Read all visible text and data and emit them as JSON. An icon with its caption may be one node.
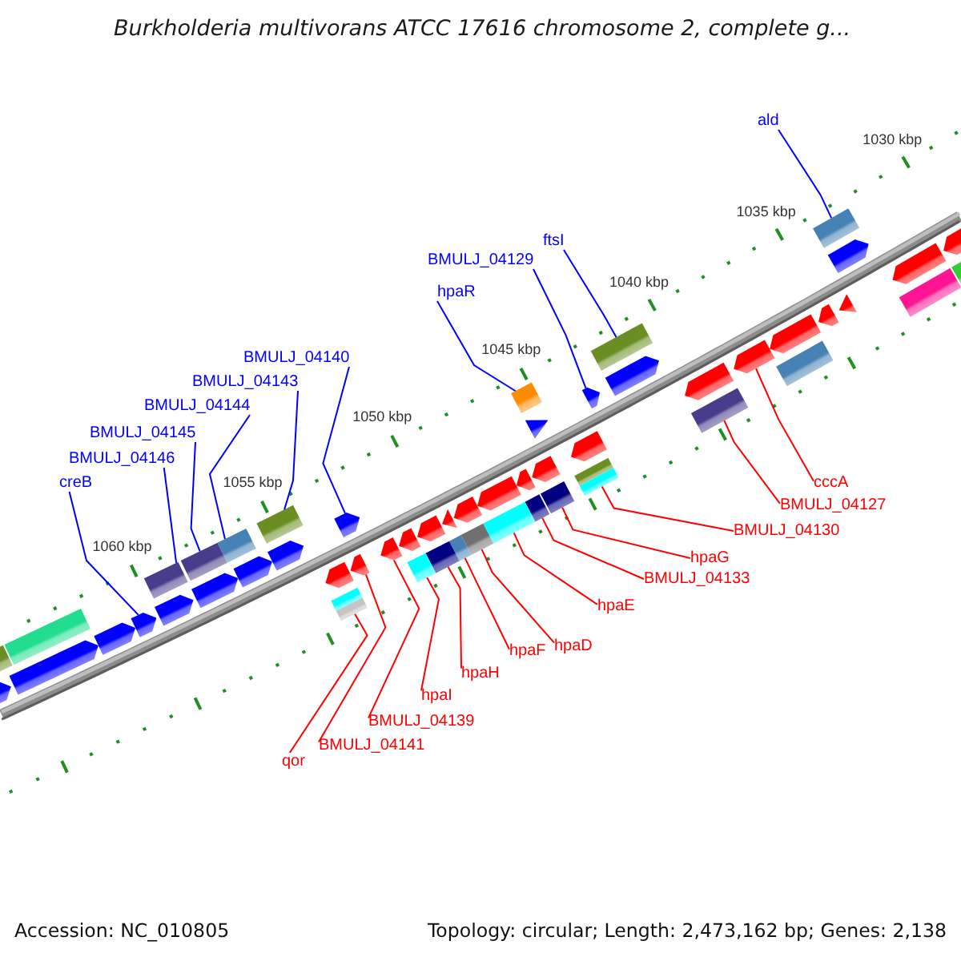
{
  "diagram": {
    "title": "Burkholderia multivorans ATCC 17616 chromosome 2, complete g...",
    "nodes": [
      {
        "text": [
          "ald"
        ]
      },
      {
        "text": [
          "ftsI"
        ]
      },
      {
        "text": [
          "BMULJ_04129"
        ]
      },
      {
        "text": [
          "hpaR"
        ]
      },
      {
        "text": [
          "BMULJ_04140"
        ]
      },
      {
        "text": [
          "BMULJ_04143"
        ]
      },
      {
        "text": [
          "BMULJ_04144"
        ]
      },
      {
        "text": [
          "BMULJ_04145"
        ]
      },
      {
        "text": [
          "BMULJ_04146"
        ]
      },
      {
        "text": [
          "creB"
        ]
      },
      {
        "text": [
          "cccA"
        ]
      },
      {
        "text": [
          "BMULJ_04127"
        ]
      },
      {
        "text": [
          "BMULJ_04130"
        ]
      },
      {
        "text": [
          "hpaG"
        ]
      },
      {
        "text": [
          "BMULJ_04133"
        ]
      },
      {
        "text": [
          "hpaE"
        ]
      },
      {
        "text": [
          "hpaD"
        ]
      },
      {
        "text": [
          "hpaF"
        ]
      },
      {
        "text": [
          "hpaH"
        ]
      },
      {
        "text": [
          "hpaI"
        ]
      },
      {
        "text": [
          "BMULJ_04139"
        ]
      },
      {
        "text": [
          "BMULJ_04141"
        ]
      },
      {
        "text": [
          "qor"
        ]
      },
      {
        "text": [],
        "shape": "box"
      },
      {
        "text": [],
        "shape": "arrow"
      },
      {
        "text": [],
        "shape": "box"
      },
      {
        "text": [],
        "shape": "arrow"
      },
      {
        "text": [],
        "shape": "arrow"
      },
      {
        "text": [],
        "shape": "arrow"
      },
      {
        "text": [],
        "shape": "box"
      },
      {
        "text": [],
        "shape": "arrow"
      },
      {
        "text": [],
        "shape": "box"
      },
      {
        "text": [],
        "shape": "arrow"
      },
      {
        "text": [],
        "shape": "box"
      },
      {
        "text": [],
        "shape": "arrow"
      },
      {
        "text": [],
        "shape": "box"
      },
      {
        "text": [],
        "shape": "arrow"
      },
      {
        "text": [],
        "shape": "arrow"
      },
      {
        "text": [],
        "shape": "arrow"
      },
      {
        "text": [],
        "shape": "box"
      },
      {
        "text": [],
        "shape": "arrow"
      },
      {
        "text": [],
        "shape": "arrow"
      },
      {
        "text": [],
        "shape": "arrow"
      },
      {
        "text": [],
        "shape": "box"
      },
      {
        "text": [],
        "shape": "arrow"
      },
      {
        "text": [],
        "shape": "box"
      },
      {
        "text": [],
        "shape": "triangle"
      },
      {
        "text": [],
        "shape": "box"
      },
      {
        "text": [],
        "shape": "arrow"
      },
      {
        "text": [],
        "shape": "box"
      },
      {
        "text": [],
        "shape": "arrow"
      },
      {
        "text": [],
        "shape": "box"
      },
      {
        "text": [],
        "shape": "arrow"
      },
      {
        "text": [],
        "shape": "box"
      },
      {
        "text": [],
        "shape": "box"
      },
      {
        "text": [],
        "shape": "triangle"
      },
      {
        "text": [],
        "shape": "arrow"
      },
      {
        "text": [],
        "shape": "box"
      },
      {
        "text": [],
        "shape": "arrow"
      },
      {
        "text": [],
        "shape": "arrow"
      },
      {
        "text": [],
        "shape": "box"
      },
      {
        "text": [],
        "shape": "box"
      },
      {
        "text": [],
        "shape": "arrow"
      },
      {
        "text": [],
        "shape": "arrow"
      },
      {
        "text": [],
        "shape": "box"
      },
      {
        "text": [],
        "shape": "arrow"
      },
      {
        "text": [],
        "shape": "arrow"
      },
      {
        "text": [],
        "shape": "box"
      },
      {
        "text": [],
        "shape": "arrow"
      },
      {
        "text": [],
        "shape": "box"
      },
      {
        "text": [],
        "shape": "triangle"
      },
      {
        "text": [],
        "shape": "arrow"
      },
      {
        "text": [],
        "shape": "arrow"
      },
      {
        "text": [],
        "shape": "box"
      },
      {
        "text": [],
        "shape": "arrow"
      },
      {
        "text": [],
        "shape": "box"
      }
    ],
    "edges": [
      {
        "from": 0,
        "to": 69,
        "arrow": "none",
        "color": "#0000ff"
      },
      {
        "from": 1,
        "to": 61,
        "arrow": "none",
        "color": "#0000ff"
      },
      {
        "from": 2,
        "to": 59,
        "arrow": "none",
        "color": "#0000ff"
      },
      {
        "from": 3,
        "to": 53,
        "arrow": "none",
        "color": "#0000ff"
      },
      {
        "from": 4,
        "to": 38,
        "arrow": "none",
        "color": "#0000ff"
      },
      {
        "from": 5,
        "to": 35,
        "arrow": "none",
        "color": "#0000ff"
      },
      {
        "from": 6,
        "to": 33,
        "arrow": "none",
        "color": "#0000ff"
      },
      {
        "from": 7,
        "to": 31,
        "arrow": "none",
        "color": "#0000ff"
      },
      {
        "from": 8,
        "to": 29,
        "arrow": "none",
        "color": "#0000ff"
      },
      {
        "from": 9,
        "to": 28,
        "arrow": "none",
        "color": "#0000ff"
      },
      {
        "from": 10,
        "to": 65,
        "arrow": "none"
      },
      {
        "from": 11,
        "to": 64,
        "arrow": "none"
      },
      {
        "from": 12,
        "to": 60,
        "arrow": "none"
      },
      {
        "from": 13,
        "to": 57,
        "arrow": "none"
      },
      {
        "from": 14,
        "to": 54,
        "arrow": "none"
      },
      {
        "from": 15,
        "to": 51,
        "arrow": "none"
      },
      {
        "from": 16,
        "to": 49,
        "arrow": "none"
      },
      {
        "from": 17,
        "to": 47,
        "arrow": "none"
      },
      {
        "from": 18,
        "to": 45,
        "arrow": "none"
      },
      {
        "from": 19,
        "to": 43,
        "arrow": "none"
      },
      {
        "from": 20,
        "to": 41,
        "arrow": "none"
      },
      {
        "from": 21,
        "to": 40,
        "arrow": "none"
      },
      {
        "from": 22,
        "to": 39,
        "arrow": "none"
      }
    ],
    "labels": [
      "1030 kbp",
      "1035 kbp",
      "1040 kbp",
      "1045 kbp",
      "1050 kbp",
      "1055 kbp",
      "1060 kbp",
      "Accession: NC_010805",
      "Topology: circular; Length: 2,473,162 bp; Genes: 2,138"
    ]
  }
}
